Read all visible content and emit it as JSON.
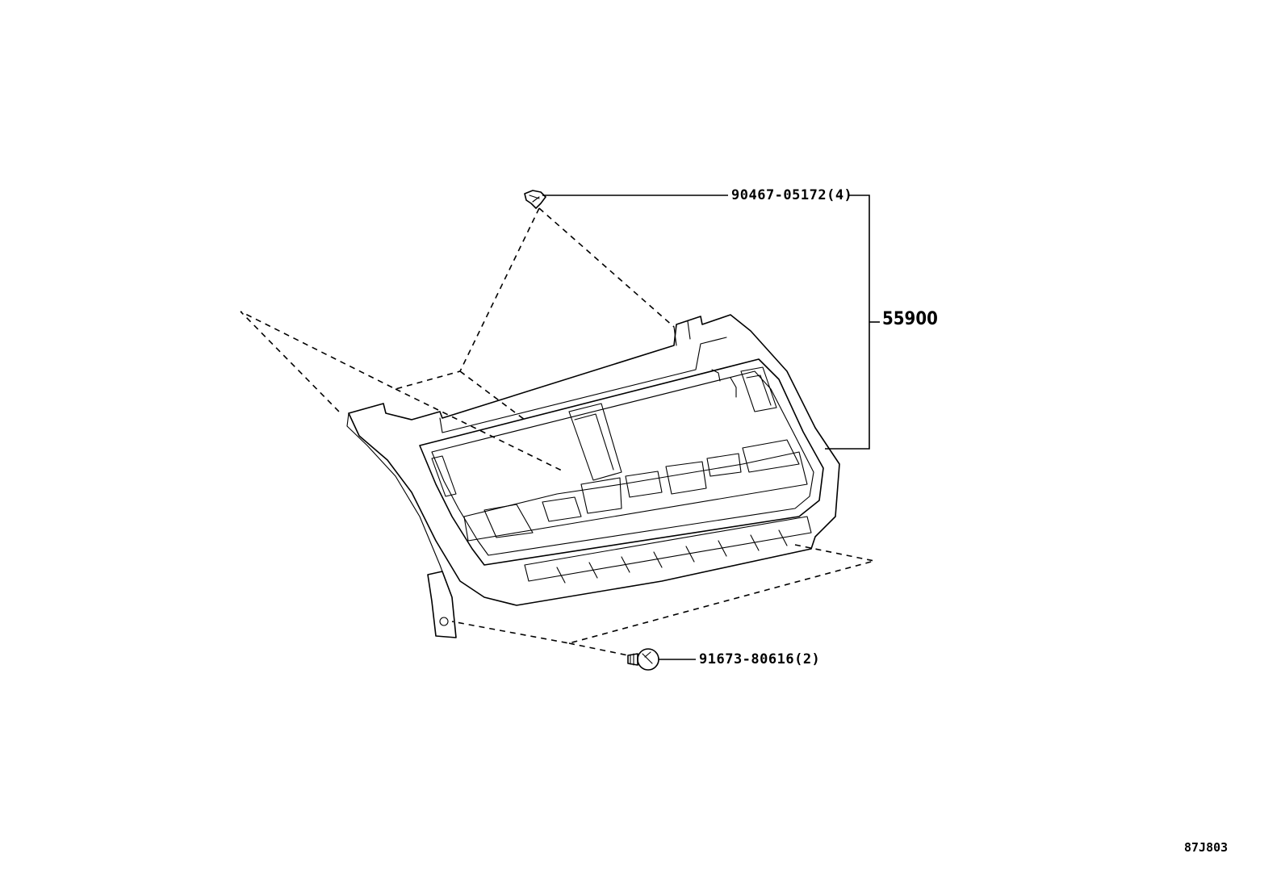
{
  "parts": [
    {
      "part_number": "90467-05172(4)",
      "icon": "clip-icon"
    },
    {
      "part_number": "55900",
      "icon": "panel-assembly-icon"
    },
    {
      "part_number": "91673-80616(2)",
      "icon": "screw-icon"
    }
  ],
  "figure_code": "87J803"
}
